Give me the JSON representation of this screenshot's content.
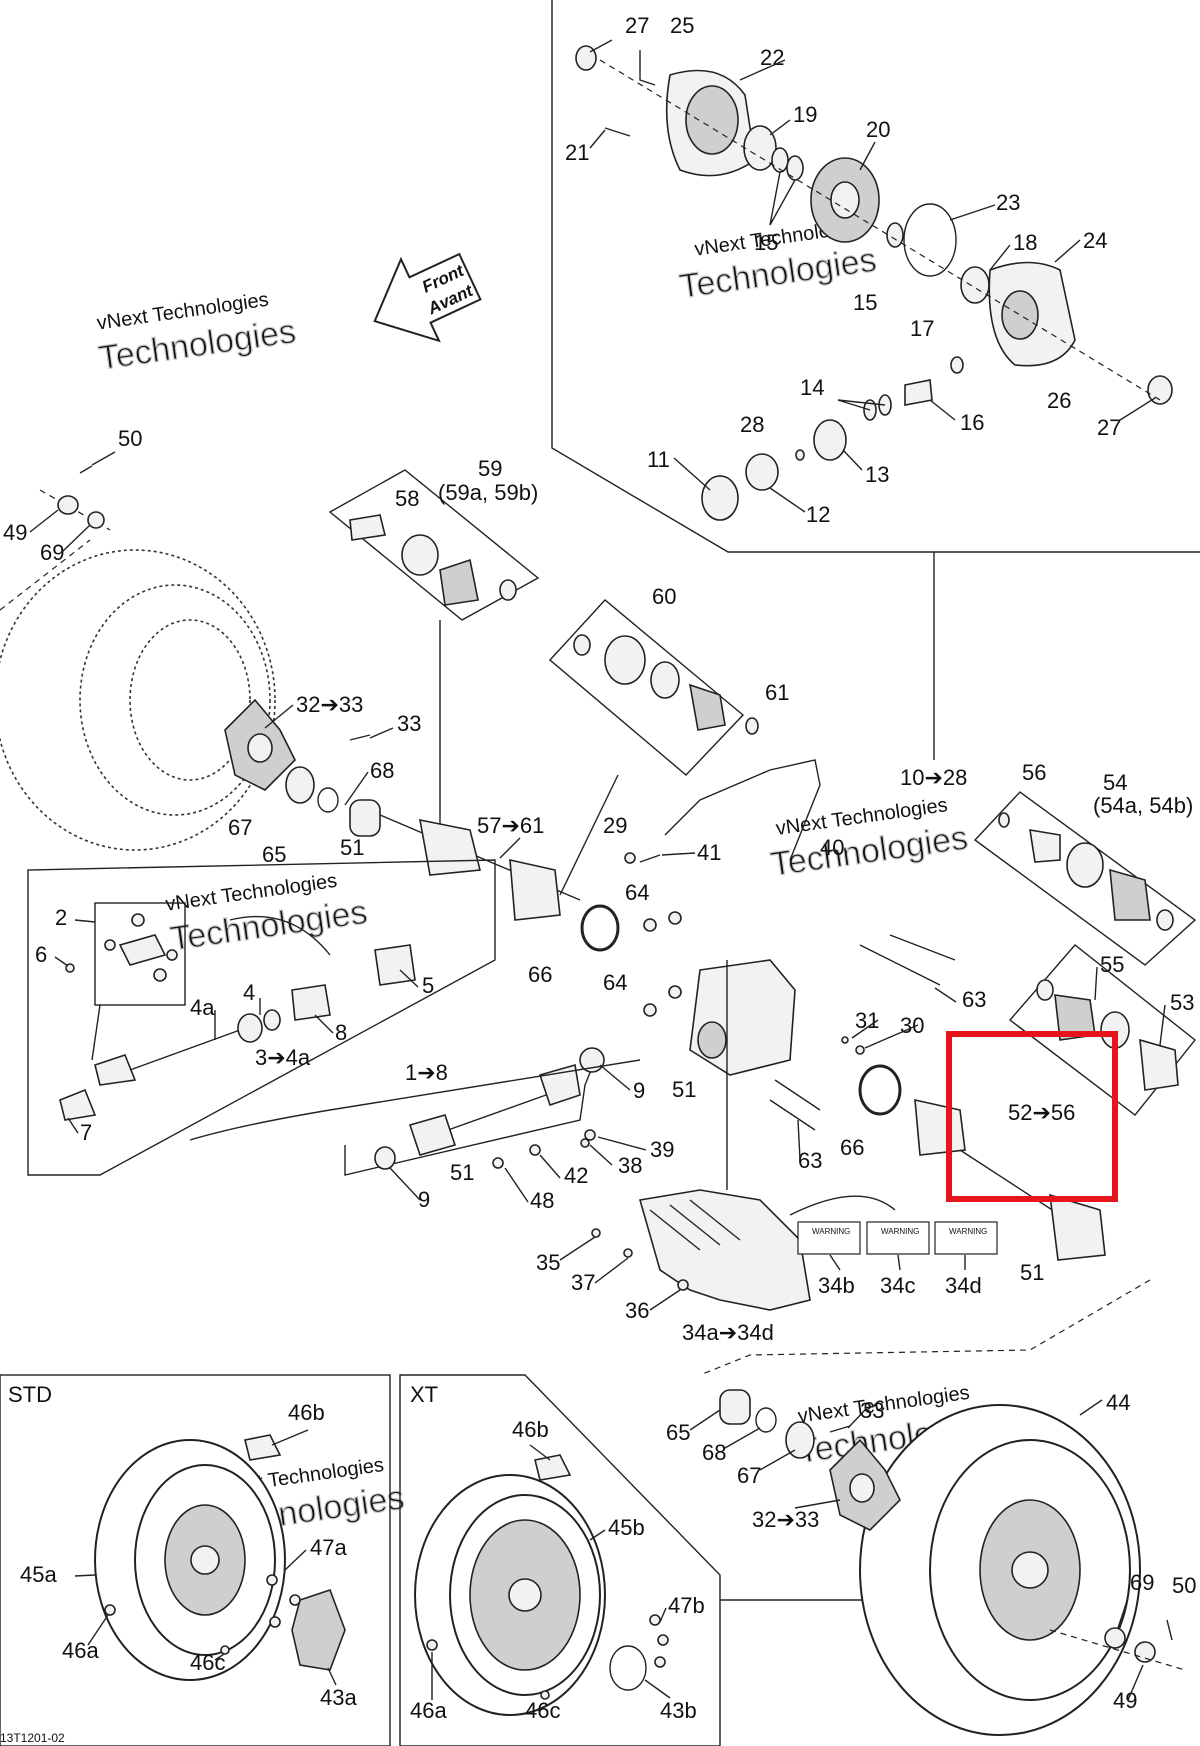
{
  "diagram": {
    "drawing_number": "13T1201-02",
    "watermark": {
      "line1": "vNext Technologies",
      "line2": "Technologies"
    },
    "direction_arrow": {
      "line1": "Front",
      "line2": "Avant"
    },
    "sections": {
      "std": "STD",
      "xt": "XT"
    },
    "highlight_label": "52➔56",
    "callouts": {
      "c27a": "27",
      "c25": "25",
      "c22": "22",
      "c19": "19",
      "c21": "21",
      "c20": "20",
      "c15a": "15",
      "c23": "23",
      "c18": "18",
      "c24": "24",
      "c15b": "15",
      "c17": "17",
      "c14": "14",
      "c16": "16",
      "c26": "26",
      "c27b": "27",
      "c28": "28",
      "c11": "11",
      "c13": "13",
      "c12": "12",
      "c50a": "50",
      "c49a": "49",
      "c69a": "69",
      "c59": "59",
      "c59sub": "(59a, 59b)",
      "c58": "58",
      "c60": "60",
      "c61": "61",
      "c32a": "32➔33",
      "c33a": "33",
      "c68a": "68",
      "c67a": "67",
      "c65a": "65",
      "c57": "57➔61",
      "c51a": "51",
      "c29": "29",
      "c41": "41",
      "c40": "40",
      "c10": "10➔28",
      "c56": "56",
      "c54": "54",
      "c54sub": "(54a, 54b)",
      "c2": "2",
      "c6": "6",
      "c5": "5",
      "c4a": "4a",
      "c4": "4",
      "c8a": "8",
      "c34x": "3➔4a",
      "c7": "7",
      "c64a": "64",
      "c66a": "66",
      "c64b": "64",
      "c63a": "63",
      "c55": "55",
      "c53": "53",
      "c31": "31",
      "c30": "30",
      "c18x": "1➔8",
      "c9a": "9",
      "c51b": "51",
      "c63b": "63",
      "c66b": "66",
      "c39": "39",
      "c38": "38",
      "c42": "42",
      "c51c": "51",
      "c48": "48",
      "c9b": "9",
      "c35": "35",
      "c37": "37",
      "c36": "36",
      "c34b": "34b",
      "c34c": "34c",
      "c34d": "34d",
      "c34ad": "34a➔34d",
      "c51d": "51",
      "c46b_std": "46b",
      "c45a": "45a",
      "c47a": "47a",
      "c46a_std": "46a",
      "c46c_std": "46c",
      "c43a": "43a",
      "c46b_xt": "46b",
      "c45b": "45b",
      "c47b": "47b",
      "c46a_xt": "46a",
      "c46c_xt": "46c",
      "c43b": "43b",
      "c65b": "65",
      "c33b": "33",
      "c68b": "68",
      "c67b": "67",
      "c32b": "32➔33",
      "c44": "44",
      "c69b": "69",
      "c50b": "50",
      "c49b": "49"
    },
    "warning_labels": {
      "a": "WARNING",
      "b": "WARNING",
      "c": "WARNING"
    },
    "highlight_color": "#e8141c"
  }
}
